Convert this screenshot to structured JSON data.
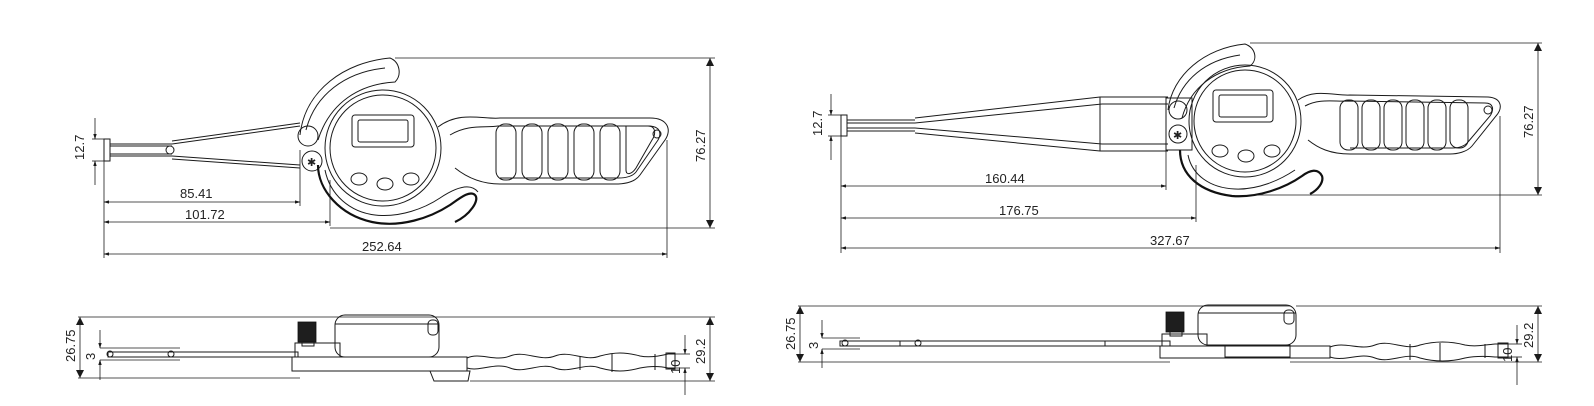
{
  "gauge_short": {
    "dims": {
      "jaw_opening": "12.7",
      "height": "76.27",
      "reach_a": "85.41",
      "reach_b": "101.72",
      "total_length": "252.64"
    },
    "side_dims": {
      "total_height": "26.75",
      "tip_thickness": "3",
      "body_height": "29.2",
      "handle_thickness": "10"
    }
  },
  "gauge_long": {
    "dims": {
      "jaw_opening": "12.7",
      "height": "76.27",
      "reach_a": "160.44",
      "reach_b": "176.75",
      "total_length": "327.67"
    },
    "side_dims": {
      "total_height": "26.75",
      "tip_thickness": "3",
      "body_height": "29.2",
      "handle_thickness": "10"
    }
  }
}
